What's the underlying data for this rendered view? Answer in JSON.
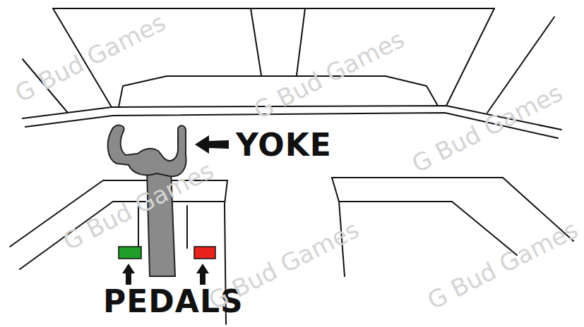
{
  "diagram": {
    "labels": [
      "YOKE",
      "PEDALS",
      "G Bud Games",
      "G Bud Games",
      "G Bud Games",
      "G Bud Games",
      "G Bud Games",
      "G Bud Games"
    ]
  }
}
